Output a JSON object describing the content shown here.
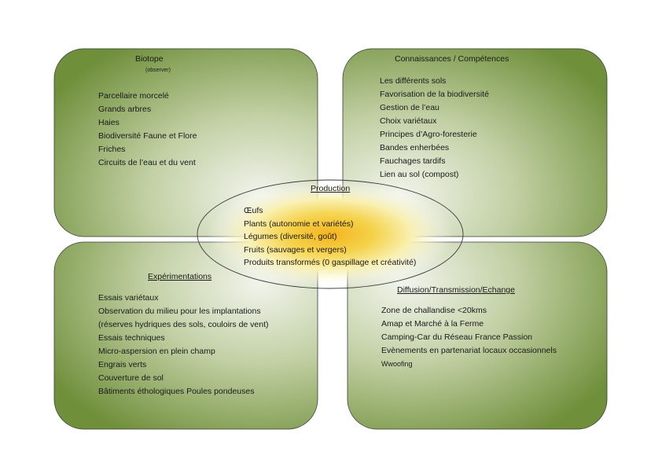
{
  "colors": {
    "panel_dark": "#6f8f3a",
    "panel_light": "#f2f4ec",
    "production_center": "#f3b420",
    "production_mid": "#f6e58a",
    "outline": "#3a3a3a"
  },
  "biotope": {
    "title": "Biotope",
    "subtitle": "(observer)",
    "items": [
      "Parcellaire morcelé",
      "Grands arbres",
      "Haies",
      "Biodiversité Faune et Flore",
      "Friches",
      "Circuits de l’eau et du vent"
    ]
  },
  "connaissances": {
    "title": "Connaissances / Compétences",
    "items": [
      "Les différents sols",
      "Favorisation de la biodiversité",
      "Gestion de l’eau",
      "Choix variétaux",
      "Principes d’Agro-foresterie",
      "Bandes enherbées",
      "Fauchages tardifs",
      "Lien au sol (compost)"
    ]
  },
  "production": {
    "title": "Production",
    "items": [
      "Œufs",
      "Plants (autonomie et variétés)",
      "Légumes (diversité, goût)",
      "Fruits (sauvages et vergers)",
      "Produits transformés (0 gaspillage et créativité)"
    ]
  },
  "experimentations": {
    "title": "Expérimentations",
    "items": [
      "Essais variétaux",
      "Observation du milieu pour les implantations",
      "(réserves hydriques des sols, couloirs de vent)",
      "Essais techniques",
      "Micro-aspersion en plein champ",
      "Engrais verts",
      "Couverture de sol",
      "Bâtiments éthologiques Poules pondeuses"
    ]
  },
  "diffusion": {
    "title": "Diffusion/Transmission/Echange",
    "items": [
      "Zone de challandise <20kms",
      "Amap et Marché à la Ferme",
      "Camping-Car du Réseau France Passion",
      "Evènements en partenariat locaux occasionnels",
      "Wwoofing"
    ]
  }
}
